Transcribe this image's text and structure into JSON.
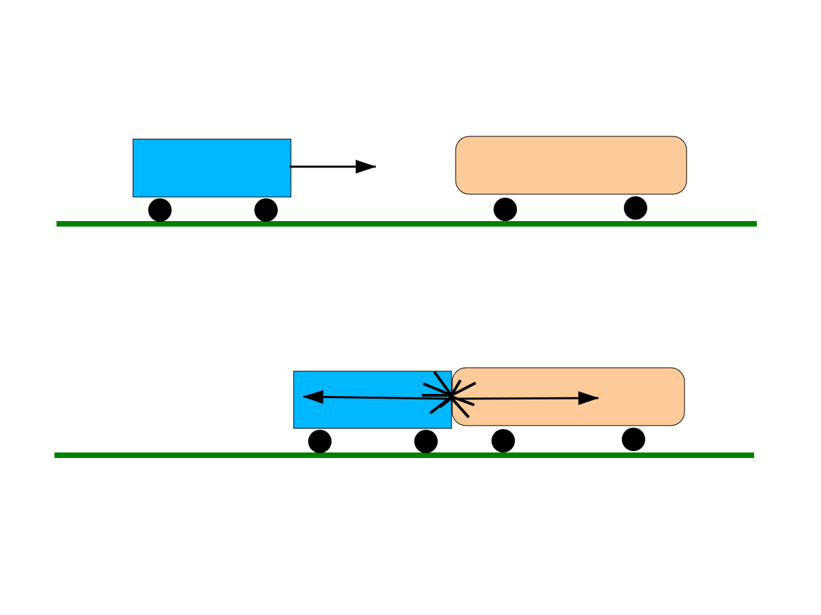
{
  "diagram": {
    "colors": {
      "background": "#ffffff",
      "track": "#008000",
      "cart_blue": "#00b8ff",
      "cart_peach": "#fdcb99",
      "wheel": "#000000",
      "arrow": "#000000",
      "outline": "#000000"
    },
    "scenes": [
      {
        "name": "before-collision",
        "blue_cart_motion": "right",
        "peach_cart_motion": "stationary"
      },
      {
        "name": "during-collision",
        "blue_cart_force": "left",
        "peach_cart_force": "right",
        "impact_burst": true
      }
    ]
  }
}
